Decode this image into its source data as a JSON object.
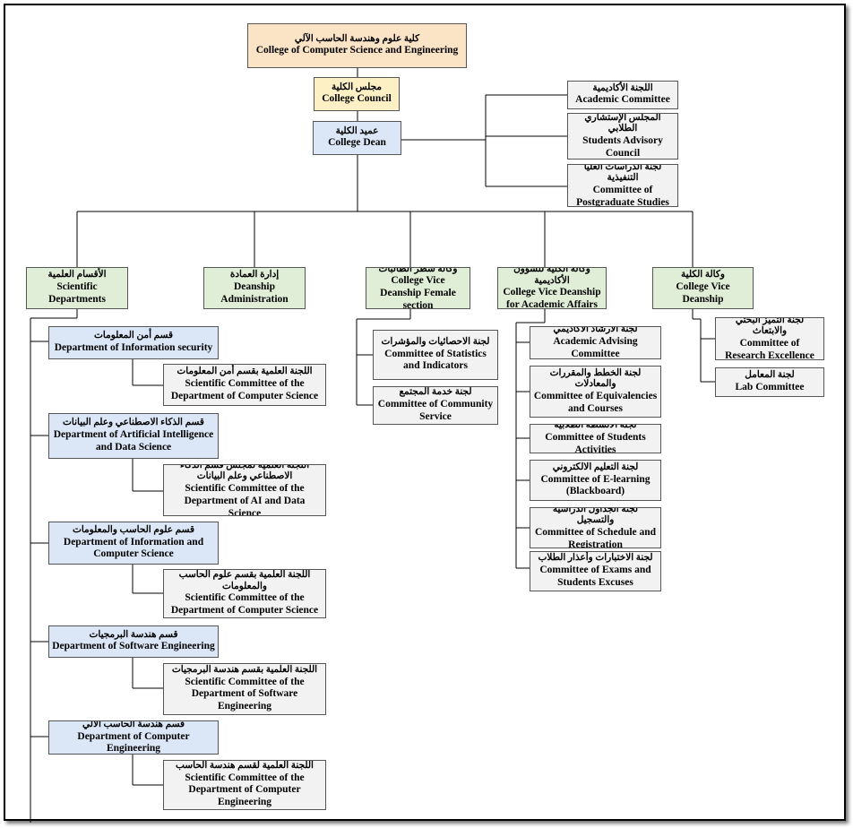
{
  "college": {
    "ar": "كلية علوم وهندسة الحاسب الآلي",
    "en": "College of Computer Science and Engineering"
  },
  "council": {
    "ar": "مجلس الكلية",
    "en": "College Council"
  },
  "dean": {
    "ar": "عميد الكلية",
    "en": "College Dean"
  },
  "dean_committees": [
    {
      "ar": "اللجنة الأكاديمية",
      "en": "Academic Committee"
    },
    {
      "ar": "المجلس الإستشاري الطلابي",
      "en": "Students Advisory Council"
    },
    {
      "ar": "لجنة الدراسات العليا التنفيذية",
      "en": "Committee of Postgraduate Studies"
    }
  ],
  "branches": [
    {
      "ar": "الأقسام العلمية",
      "en": "Scientific Departments"
    },
    {
      "ar": "إدارة العمادة",
      "en": "Deanship Administration"
    },
    {
      "ar": "وكالة شطر الطالبات",
      "en": "College Vice Deanship Female section"
    },
    {
      "ar": "وكالة الكلية للشؤون الأكاديمية",
      "en": "College Vice Deanship for Academic Affairs"
    },
    {
      "ar": "وكالة الكلية",
      "en": "College Vice Deanship"
    }
  ],
  "departments": [
    {
      "ar": "قسم أمن المعلومات",
      "en": "Department of Information security",
      "committee": {
        "ar": "اللجنة العلمية بقسم أمن المعلومات",
        "en": "Scientific Committee of the Department of Computer Science"
      }
    },
    {
      "ar": "قسم الذكاء الاصطناعي وعلم البيانات",
      "en": "Department of Artificial Intelligence and Data Science",
      "committee": {
        "ar": "اللجنة العلمية لمجلس قسم الذكاء الاصطناعي وعلم البيانات",
        "en": "Scientific Committee of the Department of AI and Data Science"
      }
    },
    {
      "ar": "قسم علوم الحاسب والمعلومات",
      "en": "Department of Information and Computer Science",
      "committee": {
        "ar": "اللجنة العلمية بقسم علوم الحاسب والمعلومات",
        "en": "Scientific Committee of the Department of Computer Science"
      }
    },
    {
      "ar": "قسم هندسة البرمجيات",
      "en": "Department of Software Engineering",
      "committee": {
        "ar": "اللجنة العلمية بقسم هندسة البرمجيات",
        "en": "Scientific Committee of the Department of Software Engineering"
      }
    },
    {
      "ar": "قسم هندسة الحاسب الآلي",
      "en": "Department of Computer Engineering",
      "committee": {
        "ar": "اللجنة العلمية لقسم هندسة الحاسب",
        "en": "Scientific Committee of the Department of Computer Engineering"
      }
    }
  ],
  "female_committees": [
    {
      "ar": "لجنة الاحصائيات والمؤشرات",
      "en": "Committee of Statistics and Indicators"
    },
    {
      "ar": "لجنة خدمة المجتمع",
      "en": "Committee of Community Service"
    }
  ],
  "academic_committees": [
    {
      "ar": "لجنة الارشاد الأكاديمي",
      "en": "Academic Advising Committee"
    },
    {
      "ar": "لجنة الخطط والمقررات والمعادلات",
      "en": "Committee of Equivalencies and Courses"
    },
    {
      "ar": "لجنة الأنشطة الطلابية",
      "en": "Committee of Students Activities"
    },
    {
      "ar": "لجنة التعليم الالكتروني",
      "en": "Committee of E-learning (Blackboard)"
    },
    {
      "ar": "لجنة الجداول الدراسية والتسجيل",
      "en": "Committee of Schedule and Registration"
    },
    {
      "ar": "لجنة الاختبارات وأعذار الطلاب",
      "en": "Committee of Exams and Students Excuses"
    }
  ],
  "vice_committees": [
    {
      "ar": "لجنة التميز البحثي والابتعاث",
      "en": "Committee of Research Excellence"
    },
    {
      "ar": "لجنة المعامل",
      "en": "Lab Committee"
    }
  ],
  "colors": {
    "college": "#fbe3c6",
    "council": "#fcf0c4",
    "dean": "#dbe7f7",
    "branch": "#e0eed8",
    "department": "#dbe7f7",
    "committee": "#f2f2f2",
    "line": "#000000"
  }
}
